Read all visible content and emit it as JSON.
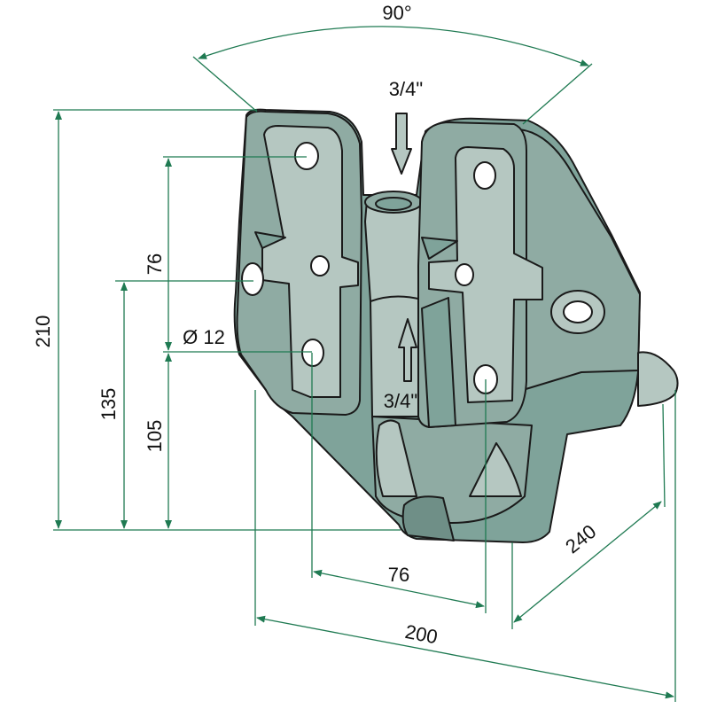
{
  "colors": {
    "dimension_line": "#1f7a52",
    "part_body": "#7fa39a",
    "part_face": "#b5c7c1",
    "text": "#111111"
  },
  "dimensions": {
    "angle": "90°",
    "thread_top": "3/4\"",
    "thread_inner": "3/4\"",
    "height_total": "210",
    "height_135": "135",
    "height_105": "105",
    "hole_spacing_vertical": "76",
    "hole_diameter": "Ø 12",
    "hole_spacing_horizontal": "76",
    "width_200": "200",
    "depth_240": "240"
  }
}
